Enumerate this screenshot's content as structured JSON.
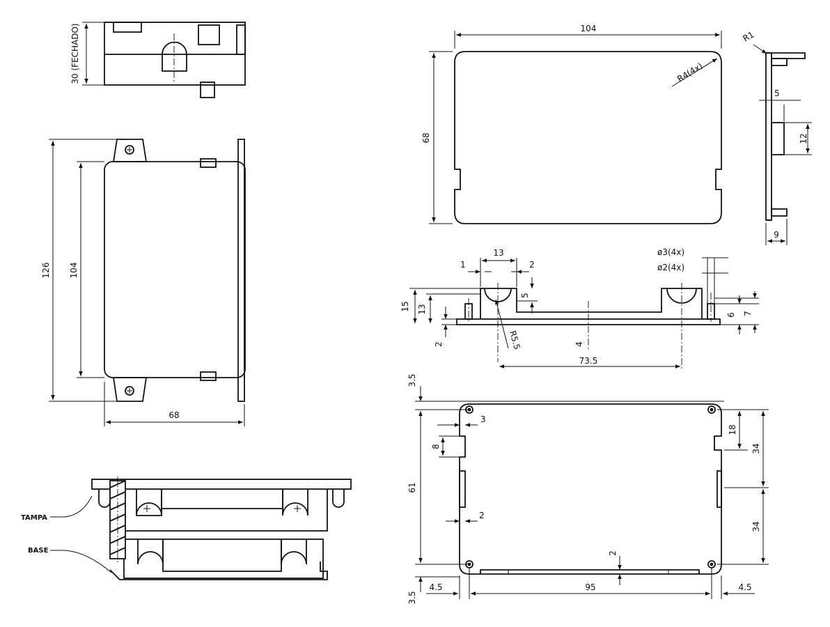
{
  "colors": {
    "ink": "#111111",
    "paper": "#ffffff"
  },
  "top_view": {
    "height_note": "30 (FECHADO)"
  },
  "front_view": {
    "dim_total_height": "126",
    "dim_body_height": "104",
    "dim_width": "68"
  },
  "assembly": {
    "label_tampa": "TAMPA",
    "label_base": "BASE"
  },
  "lid_view": {
    "dim_length": "104",
    "dim_height": "68",
    "dim_corner_radius": "R4(4x)"
  },
  "side_detail": {
    "dim_radius": "R1",
    "dim_slot_offset": "5",
    "dim_slot_length": "12",
    "dim_depth": "9"
  },
  "section_view": {
    "dim_slot_width": "13",
    "dim_left_gap": "1",
    "dim_right_gap": "2",
    "dim_hole_large": "ø3(4x)",
    "dim_hole_small": "ø2(4x)",
    "dim_height_15": "15",
    "dim_height_13": "13",
    "dim_slot_depth": "5",
    "dim_radius": "R5.5",
    "dim_thickness": "2",
    "dim_floor": "4",
    "dim_span": "73.5",
    "dim_post_6": "6",
    "dim_post_7": "7"
  },
  "base_view": {
    "dim_top_margin": "3.5",
    "dim_bottom_margin": "3.5",
    "dim_height": "61",
    "dim_notch_3": "3",
    "dim_notch_8": "8",
    "dim_tab_2": "2",
    "dim_right_18": "18",
    "dim_right_34_top": "34",
    "dim_right_34_bottom": "34",
    "dim_bottom_2": "2",
    "dim_left_margin": "4.5",
    "dim_hole_span": "95",
    "dim_right_margin": "4.5"
  }
}
